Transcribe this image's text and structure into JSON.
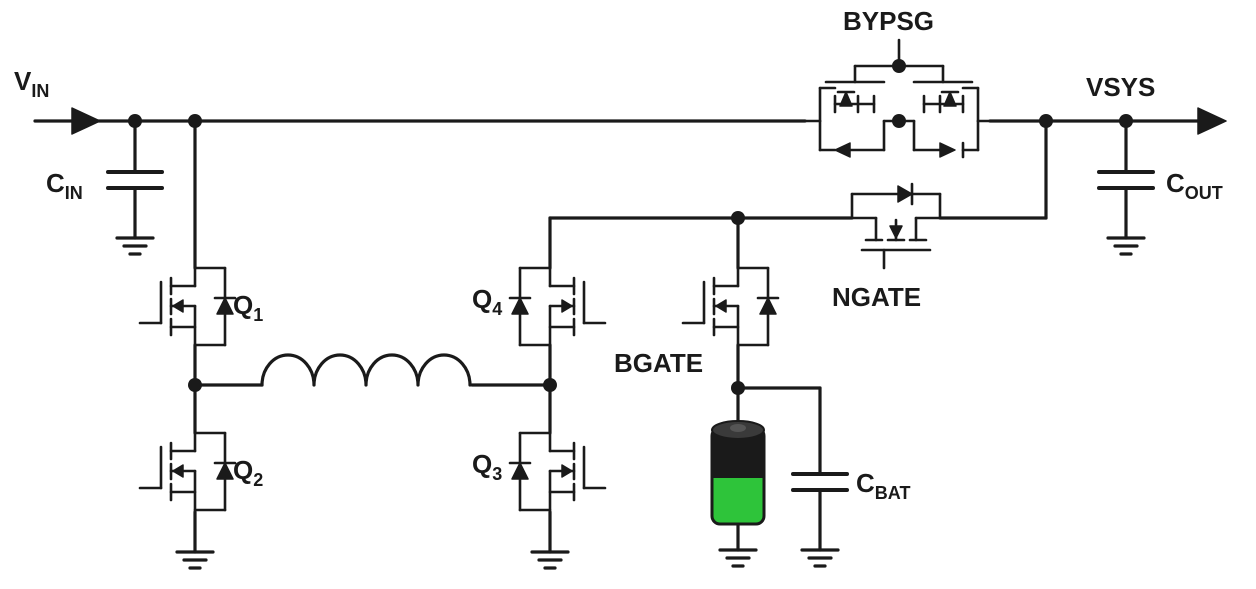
{
  "labels": {
    "vin_main": "V",
    "vin_sub": "IN",
    "cin_main": "C",
    "cin_sub": "IN",
    "q1_main": "Q",
    "q1_sub": "1",
    "q2_main": "Q",
    "q2_sub": "2",
    "q3_main": "Q",
    "q3_sub": "3",
    "q4_main": "Q",
    "q4_sub": "4",
    "bypsg": "BYPSG",
    "vsys": "VSYS",
    "cout_main": "C",
    "cout_sub": "OUT",
    "ngate": "NGATE",
    "bgate": "BGATE",
    "cbat_main": "C",
    "cbat_sub": "BAT"
  },
  "colors": {
    "wire": "#1a1a1a",
    "battery_top": "#1a1a1a",
    "battery_body": "#2ec43a",
    "background": "#ffffff"
  }
}
